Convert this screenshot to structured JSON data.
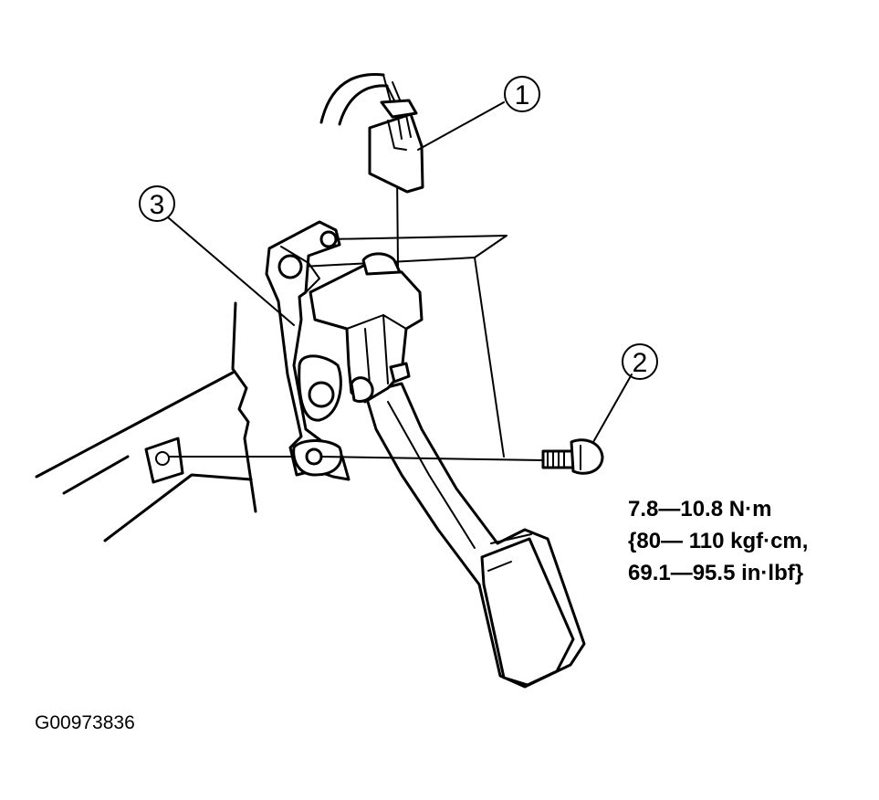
{
  "callouts": [
    {
      "id": "callout-1",
      "label": "1"
    },
    {
      "id": "callout-2",
      "label": "2"
    },
    {
      "id": "callout-3",
      "label": "3"
    }
  ],
  "torque_spec": {
    "line1": "7.8—10.8 N·m",
    "line2": "{80— 110 kgf·cm,",
    "line3": "69.1—95.5 in·lbf}"
  },
  "figure_id": "G00973836"
}
